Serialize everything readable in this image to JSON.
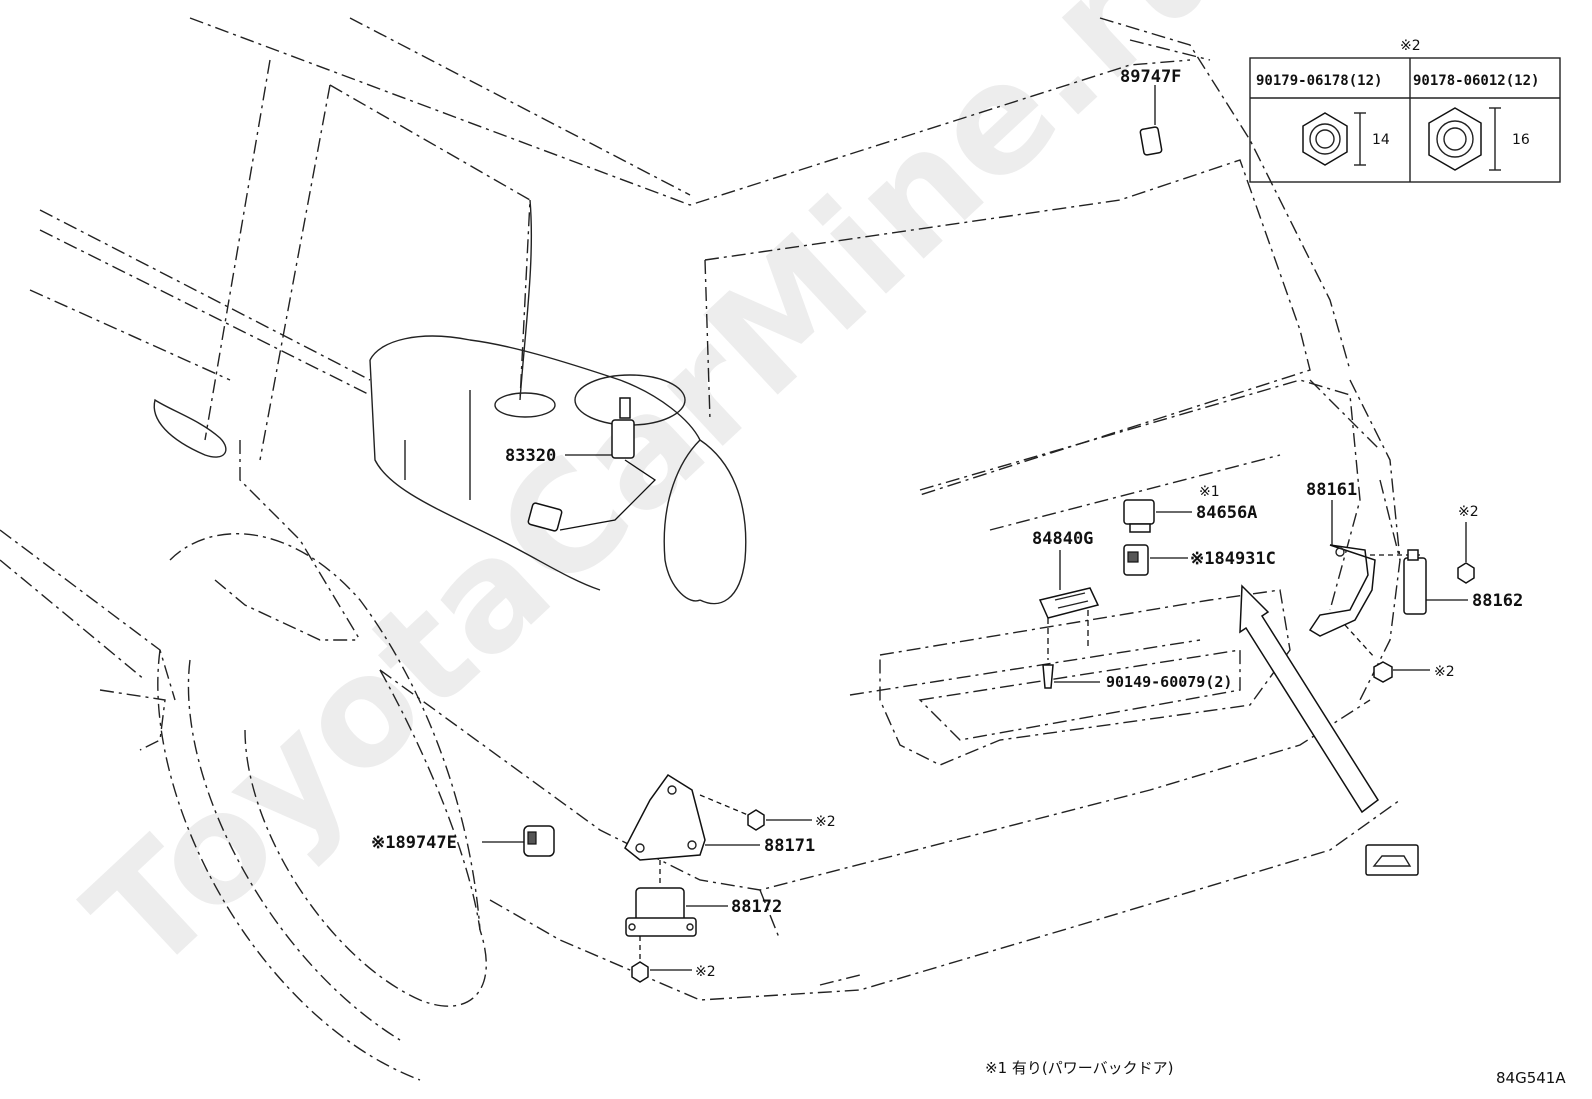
{
  "parts": {
    "p89747F": "89747F",
    "p83320": "83320",
    "p84656A": "84656A",
    "p84656A_mark": "※1",
    "p84840G": "84840G",
    "p84931C": "※184931C",
    "p88161": "88161",
    "p88162": "88162",
    "p88162_mark": "※2",
    "p90149": "90149-60079(2)",
    "p88161_mark": "※2",
    "p89747E": "※189747E",
    "p88171": "88171",
    "p88171_mark": "※2",
    "p88172": "88172",
    "p88172_mark": "※2"
  },
  "fastener_table": {
    "header_mark": "※2",
    "col1_part": "90179-06178(12)",
    "col2_part": "90178-06012(12)",
    "col1_size": "14",
    "col2_size": "16"
  },
  "footnote": "※1 有り(パワーバックドア)",
  "drawing_code": "84G541A",
  "watermark": "ToyotaCarMine.ru",
  "icons": [
    "vehicle-view-icon",
    "nut-icon",
    "bolt-icon",
    "connector-icon",
    "sensor-icon",
    "bracket-icon",
    "arrow-icon"
  ]
}
